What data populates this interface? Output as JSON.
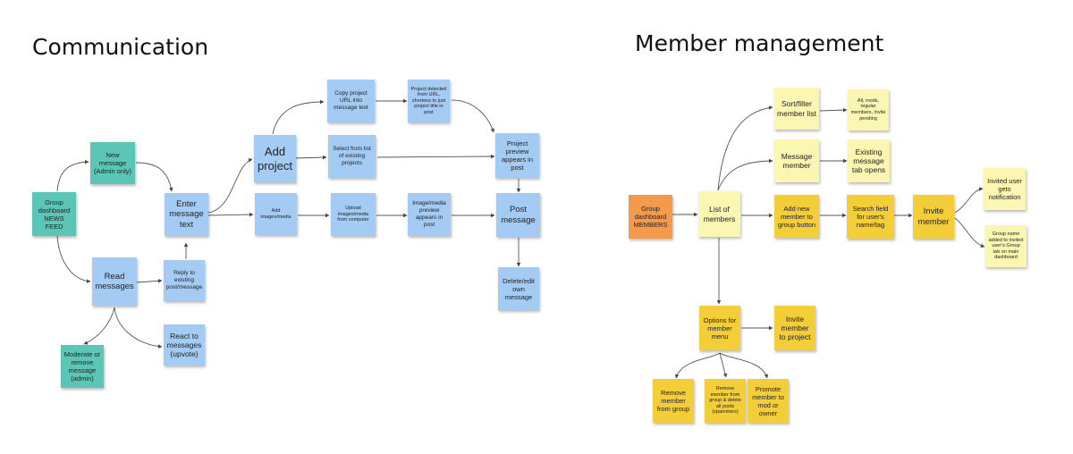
{
  "sections": {
    "communication": "Communication",
    "member_management": "Member management"
  },
  "colors": {
    "teal": "#5bc6b6",
    "blue": "#a4cbf3",
    "orange": "#f49a4d",
    "light_yellow": "#fbf6b2",
    "yellow": "#f3ce38"
  },
  "notes": {
    "group_dashboard_news_feed": "Group dashboard NEWS FEED",
    "new_message_admin": "New message (Admin only)",
    "enter_message_text": "Enter message text",
    "read_messages": "Read messages",
    "reply_to_existing": "Reply to existing post/message",
    "react_to_messages": "React to messages (upvote)",
    "moderate_or_remove": "Moderate or remove message (admin)",
    "add_project": "Add project",
    "copy_project_url": "Copy project URL into message text",
    "project_detected": "Project detected from URL, shortens to just project title in post",
    "select_from_list": "Select from list of existing projects",
    "project_preview": "Project preview appears in post",
    "add_images_media": "Add images/media",
    "upload_images_media": "Upload images/media from computer",
    "image_media_preview": "Image/media preview appears in post",
    "post_message": "Post message",
    "delete_edit_message": "Delete/edit own message",
    "group_dashboard_members": "Group dashboard MEMBERS",
    "list_of_members": "List of members",
    "sort_filter_member_list": "Sort/filter member list",
    "filter_options": "All, mods, regular members, invite pending",
    "message_member": "Message member",
    "existing_message_tab": "Existing message tab opens",
    "add_new_member_button": "Add new member to group button",
    "search_field": "Search field for user's name/tag",
    "invite_member": "Invite member",
    "invited_user_notification": "Invited user gets notification",
    "group_name_added": "Group name added to invited user's Group tab on main dashboard",
    "options_for_member_menu": "Options for member menu",
    "invite_member_to_project": "Invite member to project",
    "remove_member_from_group": "Remove member from group",
    "remove_and_delete_posts": "Remove member from group & delete all posts (spammers)",
    "promote_member": "Promote member to mod or owner"
  }
}
